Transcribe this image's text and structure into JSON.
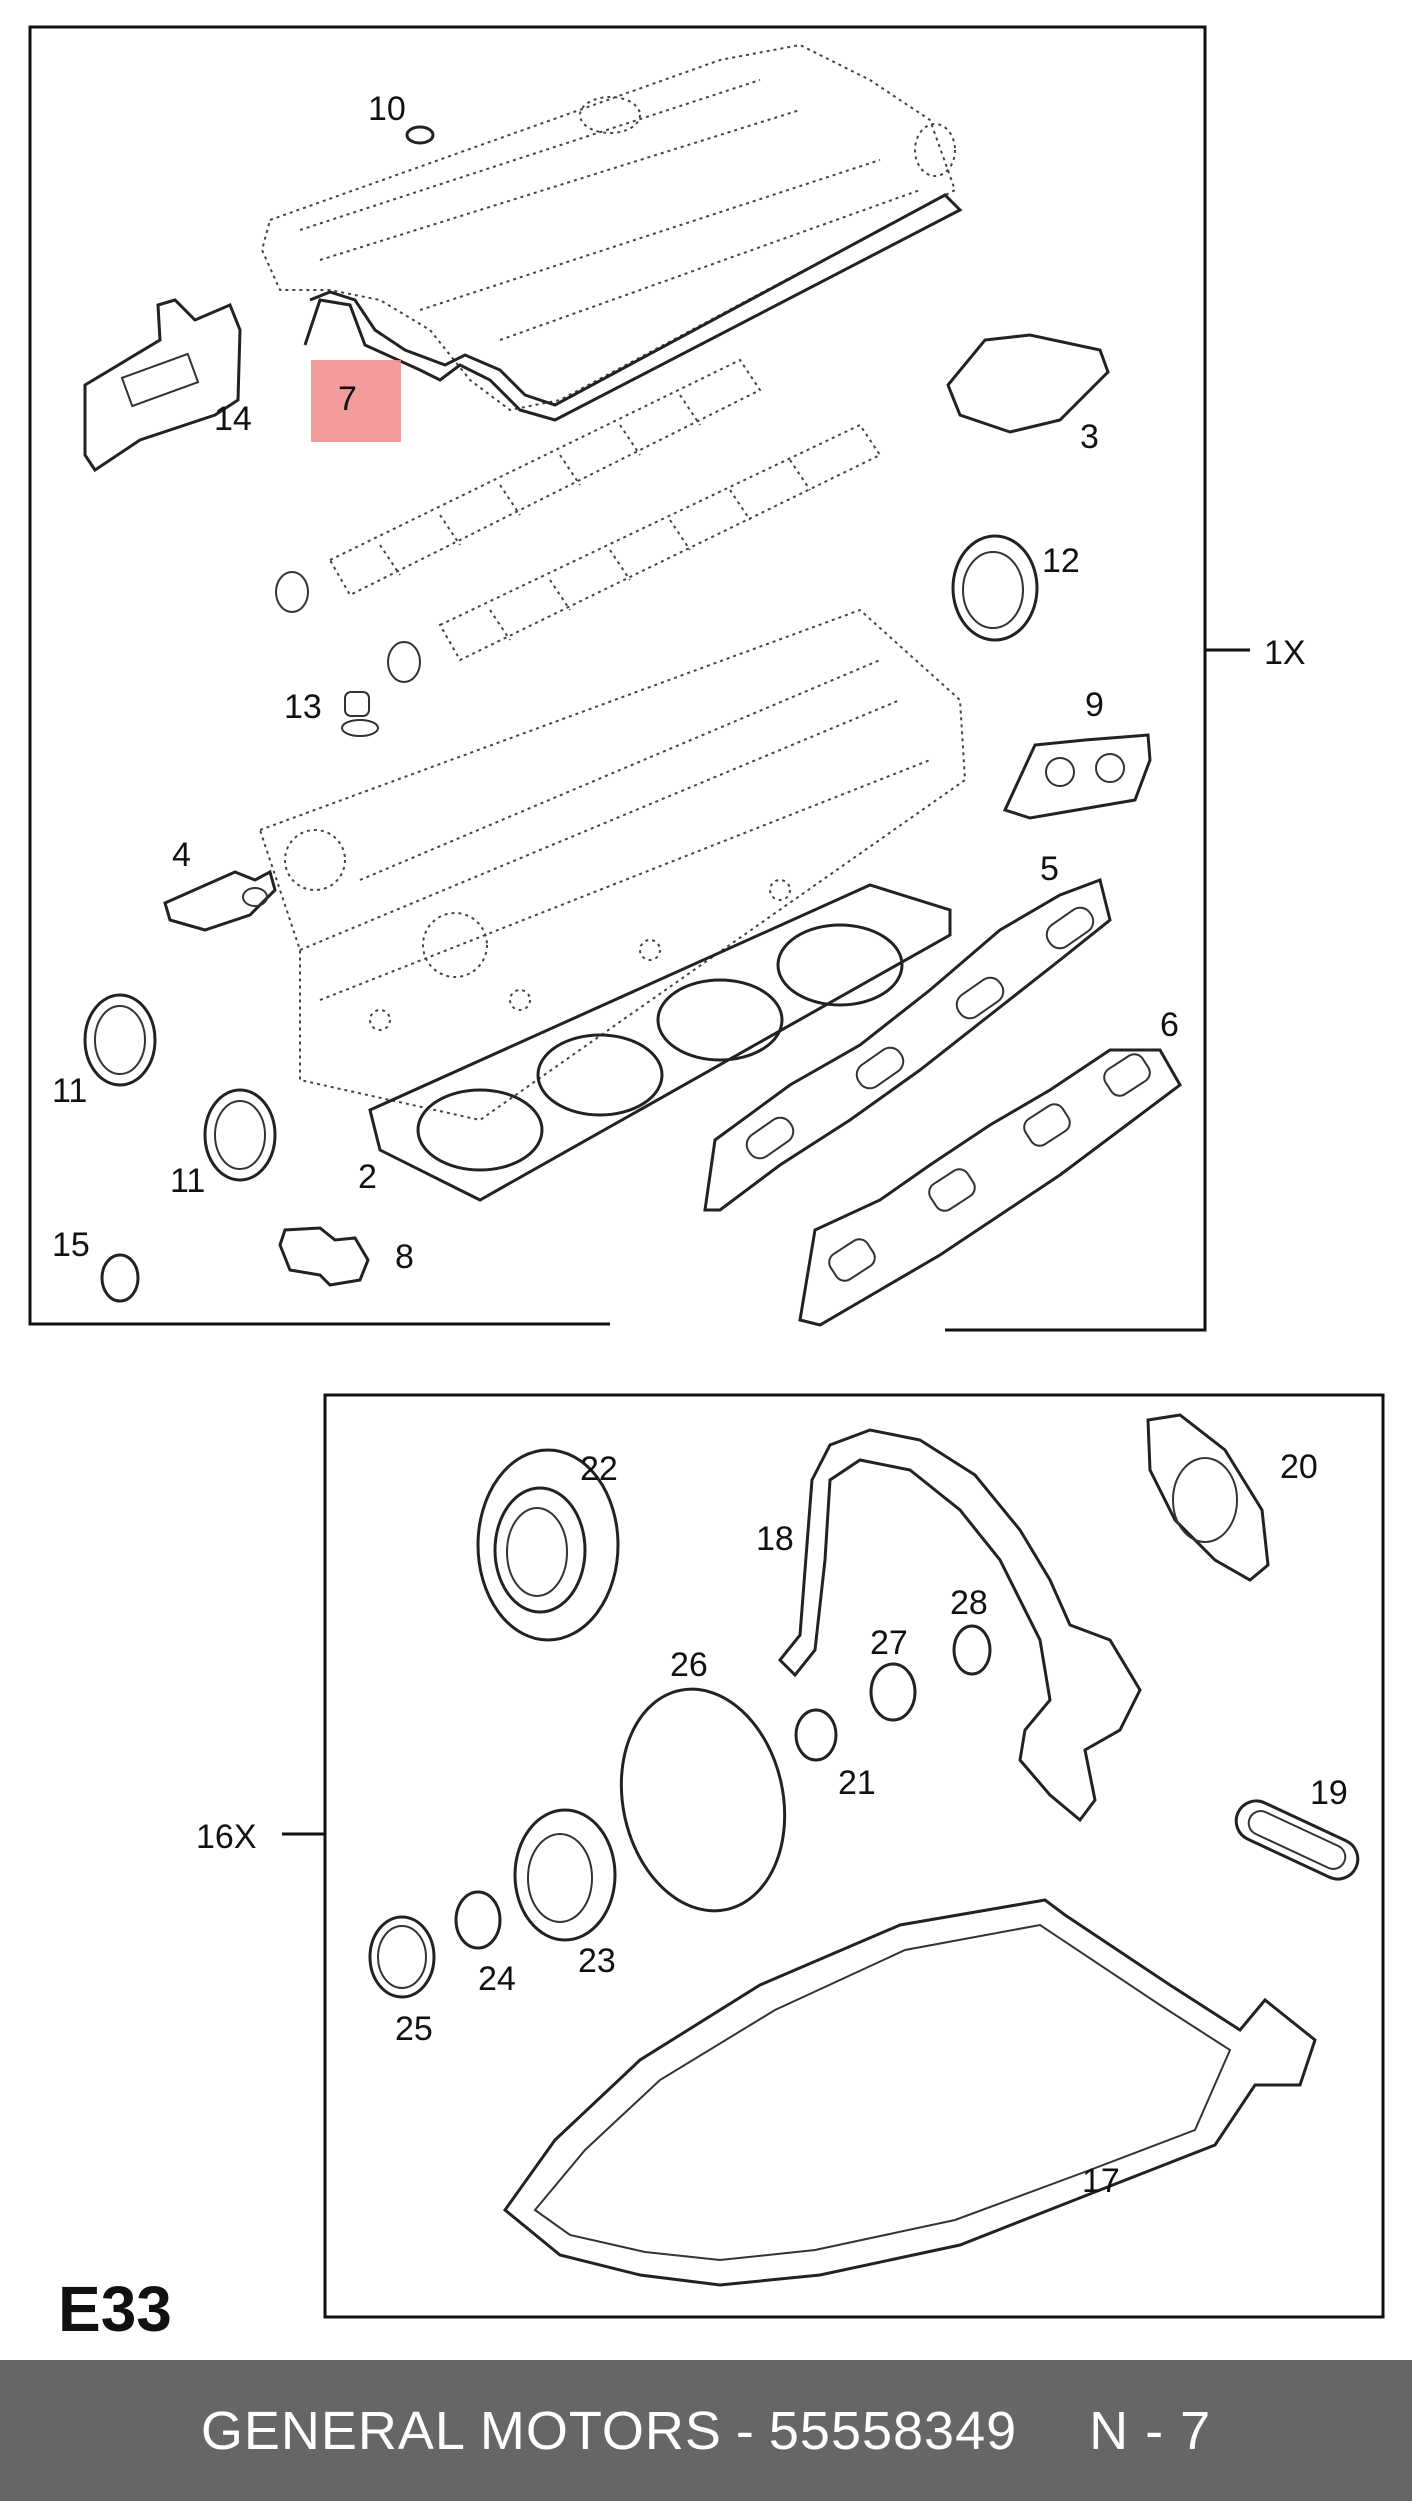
{
  "diagram_code": "E33",
  "highlight": {
    "label": "7",
    "color": "#f28b8b"
  },
  "groups": {
    "upper": "1X",
    "lower": "16X"
  },
  "callouts": {
    "c2": "2",
    "c3": "3",
    "c4": "4",
    "c5": "5",
    "c6": "6",
    "c8": "8",
    "c9": "9",
    "c10": "10",
    "c11a": "11",
    "c11b": "11",
    "c12": "12",
    "c13": "13",
    "c14": "14",
    "c15": "15",
    "c17": "17",
    "c18": "18",
    "c19": "19",
    "c20": "20",
    "c21": "21",
    "c22": "22",
    "c23": "23",
    "c24": "24",
    "c25": "25",
    "c26": "26",
    "c27": "27",
    "c28": "28"
  },
  "footer": {
    "brand": "GENERAL MOTORS",
    "separator": "-",
    "part_number": "55558349",
    "variant": "N - 7"
  }
}
